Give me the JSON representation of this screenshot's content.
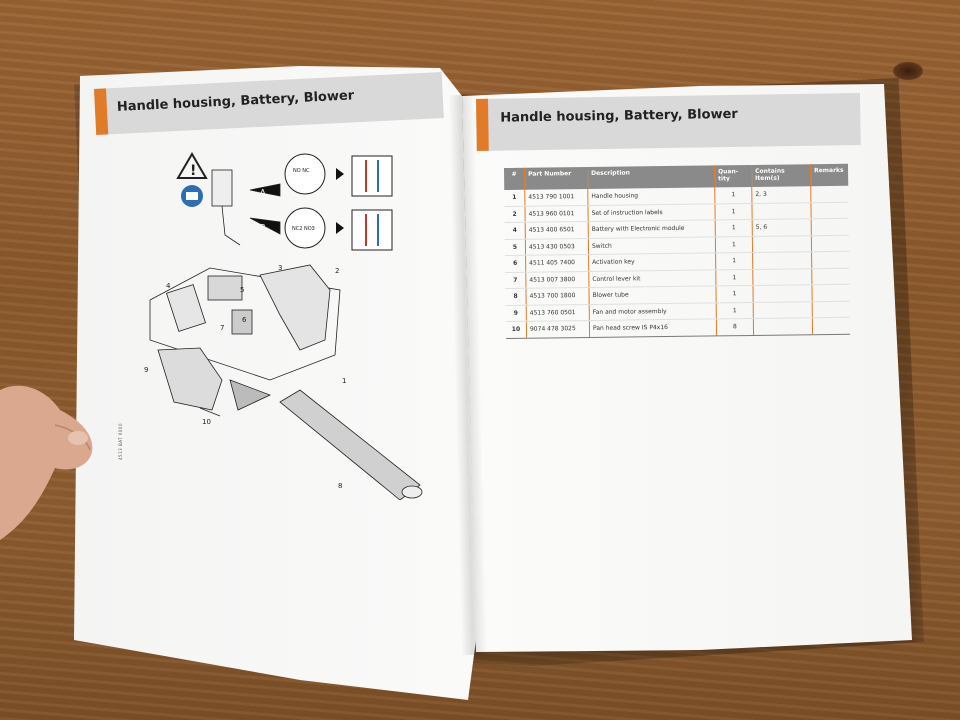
{
  "pages": {
    "left": {
      "title": "Handle housing, Battery, Blower",
      "diagram": {
        "callouts": [
          "1",
          "2",
          "3",
          "4",
          "5",
          "6",
          "7",
          "8",
          "9",
          "10"
        ],
        "detail_labels": [
          "A",
          "B"
        ],
        "switch_labels": [
          "NO NC",
          "NC2 NO3"
        ],
        "side_code": "4513 BAT 0000"
      }
    },
    "right": {
      "title": "Handle housing, Battery, Blower",
      "table": {
        "headers": [
          "#",
          "Part Number",
          "Description",
          "Quan-\ntity",
          "Contains\nItem(s)",
          "Remarks"
        ],
        "rows": [
          {
            "num": "1",
            "part": "4513 790 1001",
            "desc": "Handle housing",
            "qty": "1",
            "contains": "2, 3",
            "remarks": ""
          },
          {
            "num": "2",
            "part": "4513 960 0101",
            "desc": "Set of instruction labels",
            "qty": "1",
            "contains": "",
            "remarks": ""
          },
          {
            "num": "4",
            "part": "4513 400 6501",
            "desc": "Battery with Electronic module",
            "qty": "1",
            "contains": "5, 6",
            "remarks": ""
          },
          {
            "num": "5",
            "part": "4513 430 0503",
            "desc": "Switch",
            "qty": "1",
            "contains": "",
            "remarks": ""
          },
          {
            "num": "6",
            "part": "4511 405 7400",
            "desc": "Activation key",
            "qty": "1",
            "contains": "",
            "remarks": ""
          },
          {
            "num": "7",
            "part": "4513 007 3800",
            "desc": "Control lever kit",
            "qty": "1",
            "contains": "",
            "remarks": ""
          },
          {
            "num": "8",
            "part": "4513 700 1800",
            "desc": "Blower tube",
            "qty": "1",
            "contains": "",
            "remarks": ""
          },
          {
            "num": "9",
            "part": "4513 760 0501",
            "desc": "Fan and motor assembly",
            "qty": "1",
            "contains": "",
            "remarks": ""
          },
          {
            "num": "10",
            "part": "9074 478 3025",
            "desc": "Pan head screw IS P4x16",
            "qty": "8",
            "contains": "",
            "remarks": ""
          }
        ]
      }
    }
  },
  "colors": {
    "accent": "#e07b2a",
    "header_band": "#d9d9d9",
    "table_header": "#8a8a8a",
    "table_surface": "#8c5a2c"
  }
}
